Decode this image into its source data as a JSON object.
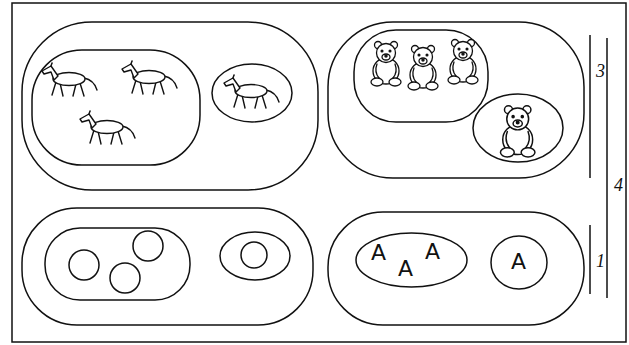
{
  "diagram": {
    "nodes": [
      {
        "text": [
          "A",
          "A",
          "A"
        ]
      },
      {
        "text": [
          "A"
        ]
      }
    ],
    "labels": [
      "3",
      "4",
      "1"
    ]
  }
}
